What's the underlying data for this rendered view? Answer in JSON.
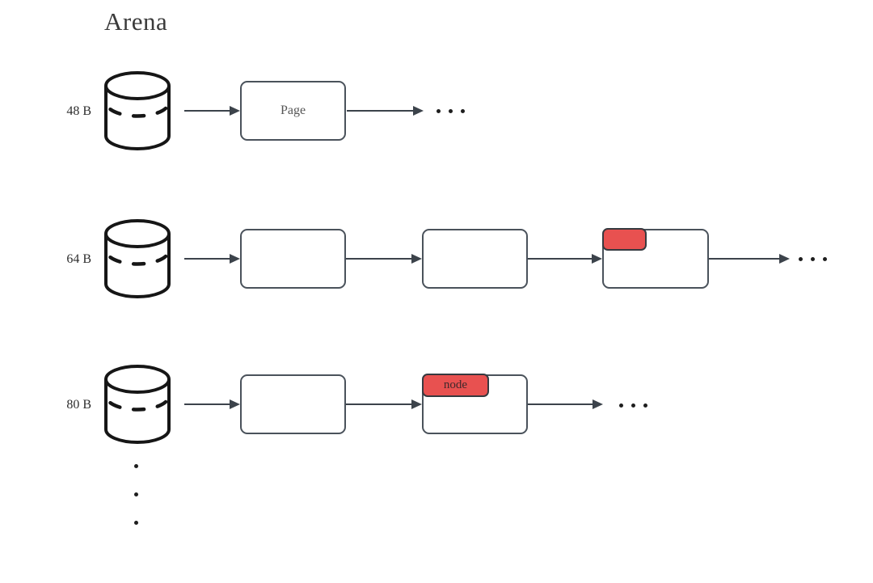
{
  "title": "Arena",
  "rows": [
    {
      "label": "48 B",
      "boxes": [
        {
          "label": "Page"
        }
      ],
      "ellipsis": "..."
    },
    {
      "label": "64 B",
      "boxes": [
        {},
        {},
        {
          "highlight_tab": ""
        }
      ],
      "ellipsis": "..."
    },
    {
      "label": "80 B",
      "boxes": [
        {},
        {
          "highlight_tab": "node"
        }
      ],
      "ellipsis": "..."
    }
  ],
  "vertical_ellipsis": "...",
  "icons": {
    "size_class": "cylinder-icon",
    "more_horizontal": "ellipsis-dots-icon",
    "more_vertical": "vertical-ellipsis-dots-icon"
  },
  "colors": {
    "background": "#ffffff",
    "box_border": "#4a525b",
    "arrow": "#3c434b",
    "cylinder_outline": "#161616",
    "highlight_fill": "#e85150",
    "highlight_border": "#363a40",
    "title_text": "#3a3a3a"
  }
}
